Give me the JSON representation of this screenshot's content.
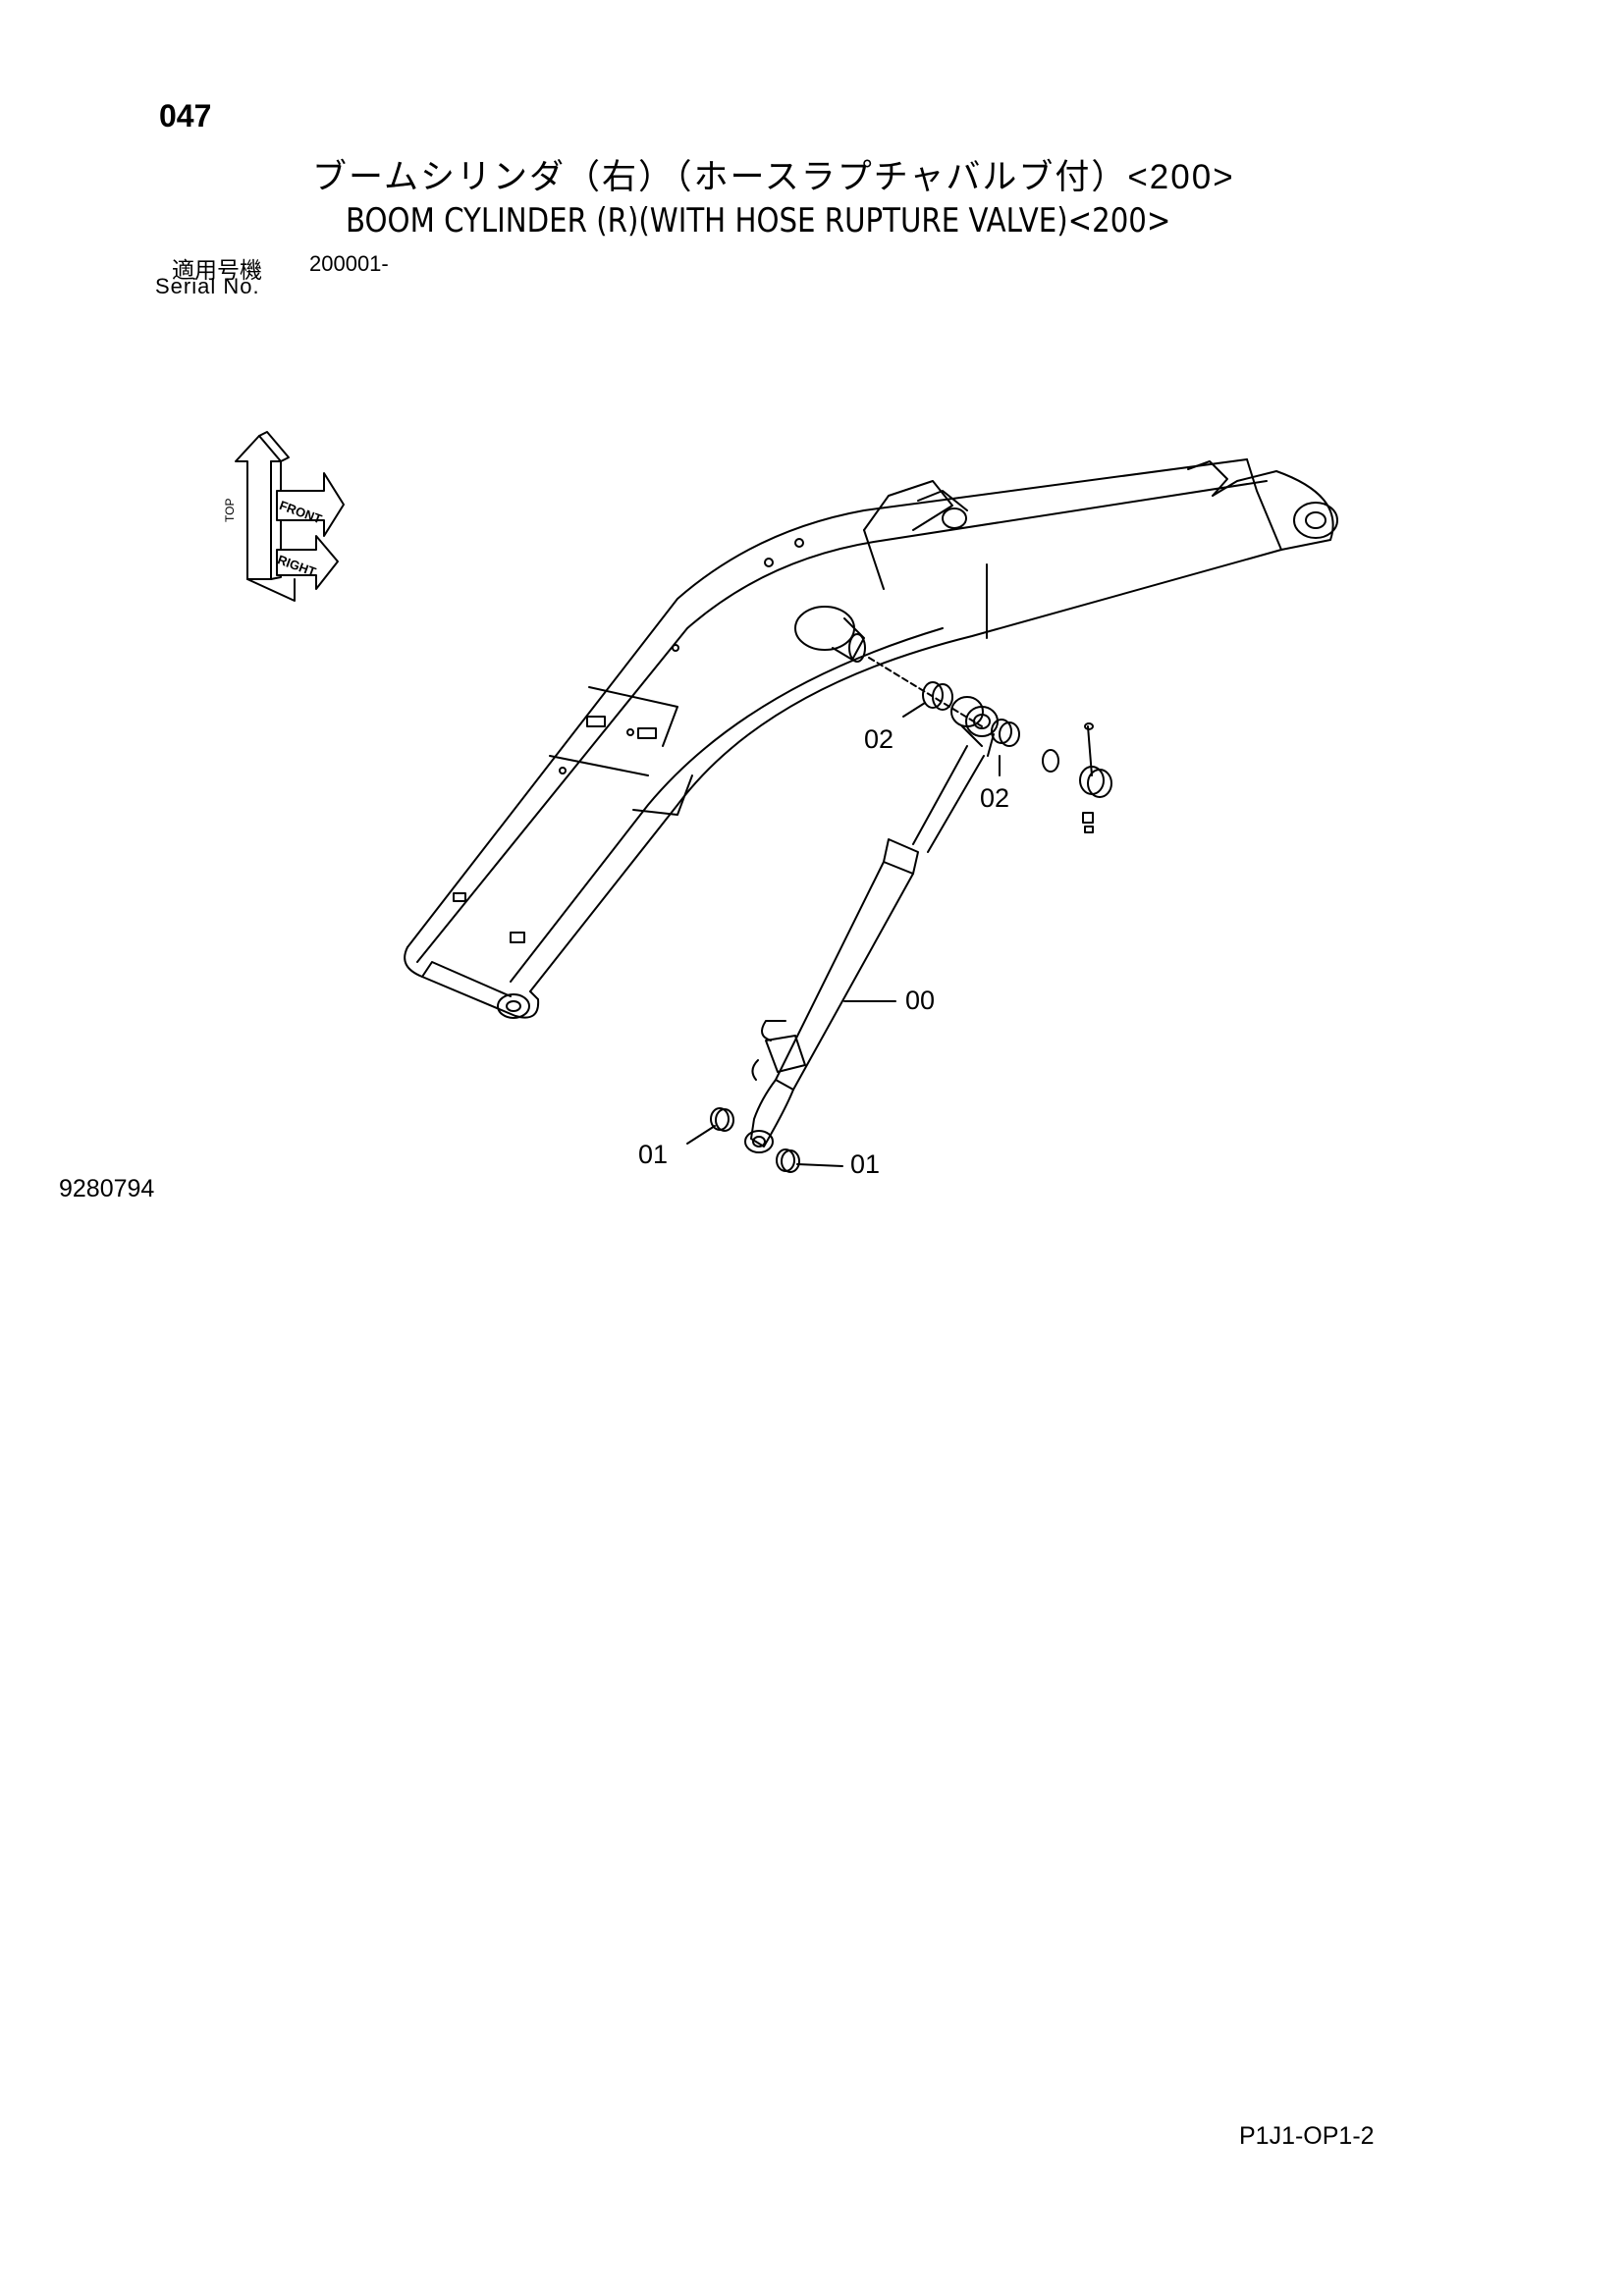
{
  "header": {
    "page_number": "047",
    "title_jp": "ブームシリンダ（右）（ホースラプチャバルブ付）<200>",
    "title_en": "BOOM CYLINDER (R)(WITH HOSE RUPTURE VALVE)<200>",
    "serial_label_jp": "適用号機",
    "serial_label_en": "Serial No.",
    "serial_value": "200001-"
  },
  "orientation_labels": [
    "TOP",
    "FRONT",
    "RIGHT"
  ],
  "callouts": [
    "02",
    "02",
    "00",
    "01",
    "01"
  ],
  "footer": {
    "figure_number": "9280794",
    "sheet_code": "P1J1-OP1-2"
  }
}
